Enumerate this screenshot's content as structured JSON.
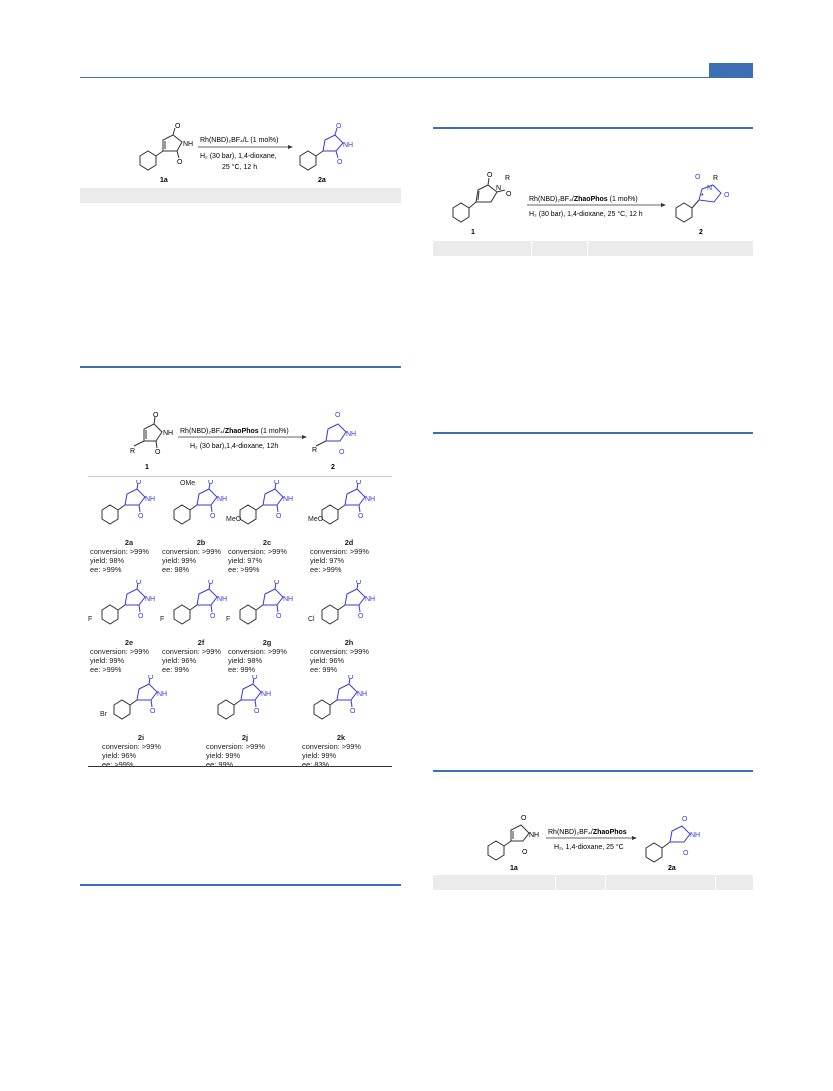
{
  "header": {
    "accent": "#3d6fb6"
  },
  "scheme1": {
    "substrate": "1a",
    "product": "2a",
    "conditions": [
      "Rh(NBD)₂BF₄/L (1 mol%)",
      "H₂ (30 bar), 1,4-dioxane,",
      "25 °C, 12 h"
    ],
    "nh": "NH"
  },
  "scheme2": {
    "substrate": "1",
    "product": "2",
    "r": "R",
    "conditions_line1_prefix": "Rh(NBD)₂BF₄/",
    "conditions_line1_bold": "ZhaoPhos",
    "conditions_line1_suffix": " (1 mol%)",
    "conditions_line2": "H₂ (30 bar), 1,4-dioxane, 25 °C, 12 h",
    "star": "*"
  },
  "scheme3": {
    "substrate": "1",
    "product": "2",
    "r": "R",
    "conditions_line1_prefix": "Rh(NBD)₂BF₄/",
    "conditions_line1_bold": "ZhaoPhos",
    "conditions_line1_suffix": " (1 mol%)",
    "conditions_line2": "H₂ (30 bar),1,4-dioxane, 12h",
    "nh": "NH",
    "entries": [
      {
        "id": "2a",
        "sub": "",
        "conv": "conversion: >99%",
        "yield": "yield: 98%",
        "ee": "ee: >99%"
      },
      {
        "id": "2b",
        "sub": "OMe",
        "conv": "conversion: >99%",
        "yield": "yield: 99%",
        "ee": "ee: 98%"
      },
      {
        "id": "2c",
        "sub": "MeO",
        "conv": "conversion: >99%",
        "yield": "yield: 97%",
        "ee": "ee: >99%"
      },
      {
        "id": "2d",
        "sub": "MeO",
        "conv": "conversion: >99%",
        "yield": "yield: 97%",
        "ee": "ee: >99%"
      },
      {
        "id": "2e",
        "sub": "F",
        "conv": "conversion: >99%",
        "yield": "yield: 99%",
        "ee": "ee: >99%"
      },
      {
        "id": "2f",
        "sub": "F",
        "conv": "conversion: >99%",
        "yield": "yield: 96%",
        "ee": "ee: 99%"
      },
      {
        "id": "2g",
        "sub": "F",
        "conv": "conversion: >99%",
        "yield": "yield: 98%",
        "ee": "ee: 99%"
      },
      {
        "id": "2h",
        "sub": "Cl",
        "conv": "conversion: >99%",
        "yield": "yield: 96%",
        "ee": "ee: 99%"
      },
      {
        "id": "2i",
        "sub": "Br",
        "conv": "conversion: >99%",
        "yield": "yield: 96%",
        "ee": "ee: >99%"
      },
      {
        "id": "2j",
        "sub": "",
        "conv": "conversion: >99%",
        "yield": "yield: 99%",
        "ee": "ee: 99%"
      },
      {
        "id": "2k",
        "sub": "",
        "conv": "conversion: >99%",
        "yield": "yield: 99%",
        "ee": "ee: 83%"
      }
    ]
  },
  "scheme4": {
    "substrate": "1a",
    "product": "2a",
    "nh": "NH",
    "conditions_line1_prefix": "Rh(NBD)₂BF₄/",
    "conditions_line1_bold": "ZhaoPhos",
    "conditions_line2": "H₂, 1,4-dioxane, 25 °C"
  }
}
